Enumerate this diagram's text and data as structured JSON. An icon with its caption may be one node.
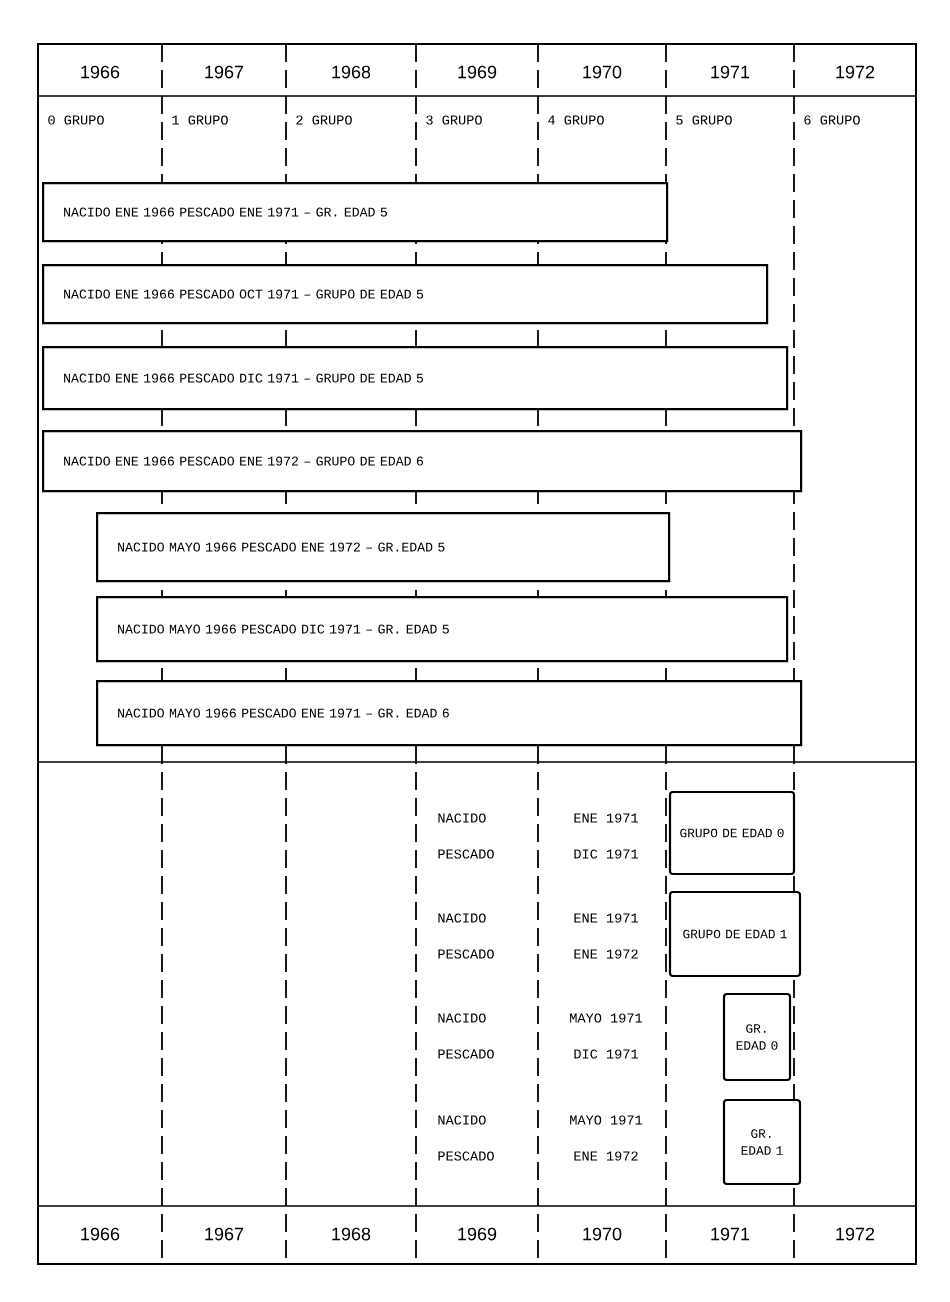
{
  "diagram": {
    "nodes": [
      {
        "text": [
          "NACIDO ENE 1966 PESCADO ENE 1971 – GR. EDAD 5"
        ]
      },
      {
        "text": [
          "NACIDO ENE 1966 PESCADO OCT 1971 – GRUPO DE EDAD 5"
        ]
      },
      {
        "text": [
          "NACIDO ENE 1966 PESCADO DIC 1971 – GRUPO DE EDAD 5"
        ]
      },
      {
        "text": [
          "NACIDO ENE 1966 PESCADO ENE 1972 – GRUPO DE EDAD 6"
        ]
      },
      {
        "text": [
          "NACIDO MAYO 1966 PESCADO ENE 1972 – GR.EDAD 5"
        ]
      },
      {
        "text": [
          "NACIDO MAYO 1966 PESCADO DIC 1971 – GR. EDAD 5"
        ]
      },
      {
        "text": [
          "NACIDO MAYO 1966 PESCADO ENE 1971 – GR. EDAD 6"
        ]
      },
      {
        "text": [
          "GRUPO DE EDAD 0"
        ]
      },
      {
        "text": [
          "GRUPO DE EDAD 1"
        ]
      },
      {
        "text": [
          "GR. EDAD 0"
        ]
      },
      {
        "text": [
          "GR. EDAD 1"
        ]
      }
    ],
    "labels": [
      "1966",
      "1967",
      "1968",
      "1969",
      "1970",
      "1971",
      "1972",
      "0 GRUPO",
      "1 GRUPO",
      "2 GRUPO",
      "3 GRUPO",
      "4 GRUPO",
      "5 GRUPO",
      "6 GRUPO",
      "NACIDO",
      "ENE 1971",
      "PESCADO",
      "DIC 1971",
      "NACIDO",
      "ENE 1971",
      "PESCADO",
      "ENE 1972",
      "NACIDO",
      "MAYO 1971",
      "PESCADO",
      "DIC 1971",
      "NACIDO",
      "MAYO 1971",
      "PESCADO",
      "ENE 1972",
      "1966",
      "1967",
      "1968",
      "1969",
      "1970",
      "1971",
      "1972"
    ]
  }
}
